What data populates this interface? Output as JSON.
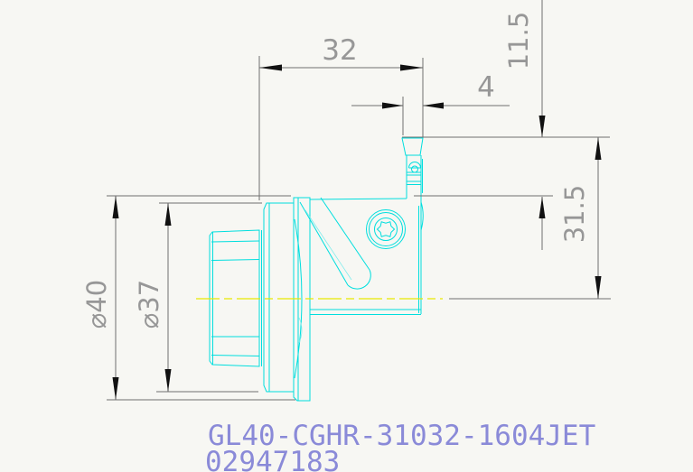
{
  "drawing": {
    "type": "cad-technical-drawing",
    "view": "side-profile-of-tool-holder",
    "background_color": "#f7f7f3",
    "part_outline_color": "#00dede",
    "centerline_color": "#e8e800",
    "dimension_line_color": "#6f6f6f",
    "dimension_text_color": "#979797",
    "arrowhead_color": "#111111",
    "part_number_color": "#8a8ad8",
    "dimensions": {
      "body_length": "32",
      "insert_width": "4",
      "head_offset": "11.5",
      "center_height": "31.5",
      "outer_diameter": "⌀40",
      "pilot_diameter": "⌀37"
    },
    "labels": {
      "part_number": "GL40-CGHR-31032-1604JET",
      "serial_number": "02947183"
    }
  }
}
